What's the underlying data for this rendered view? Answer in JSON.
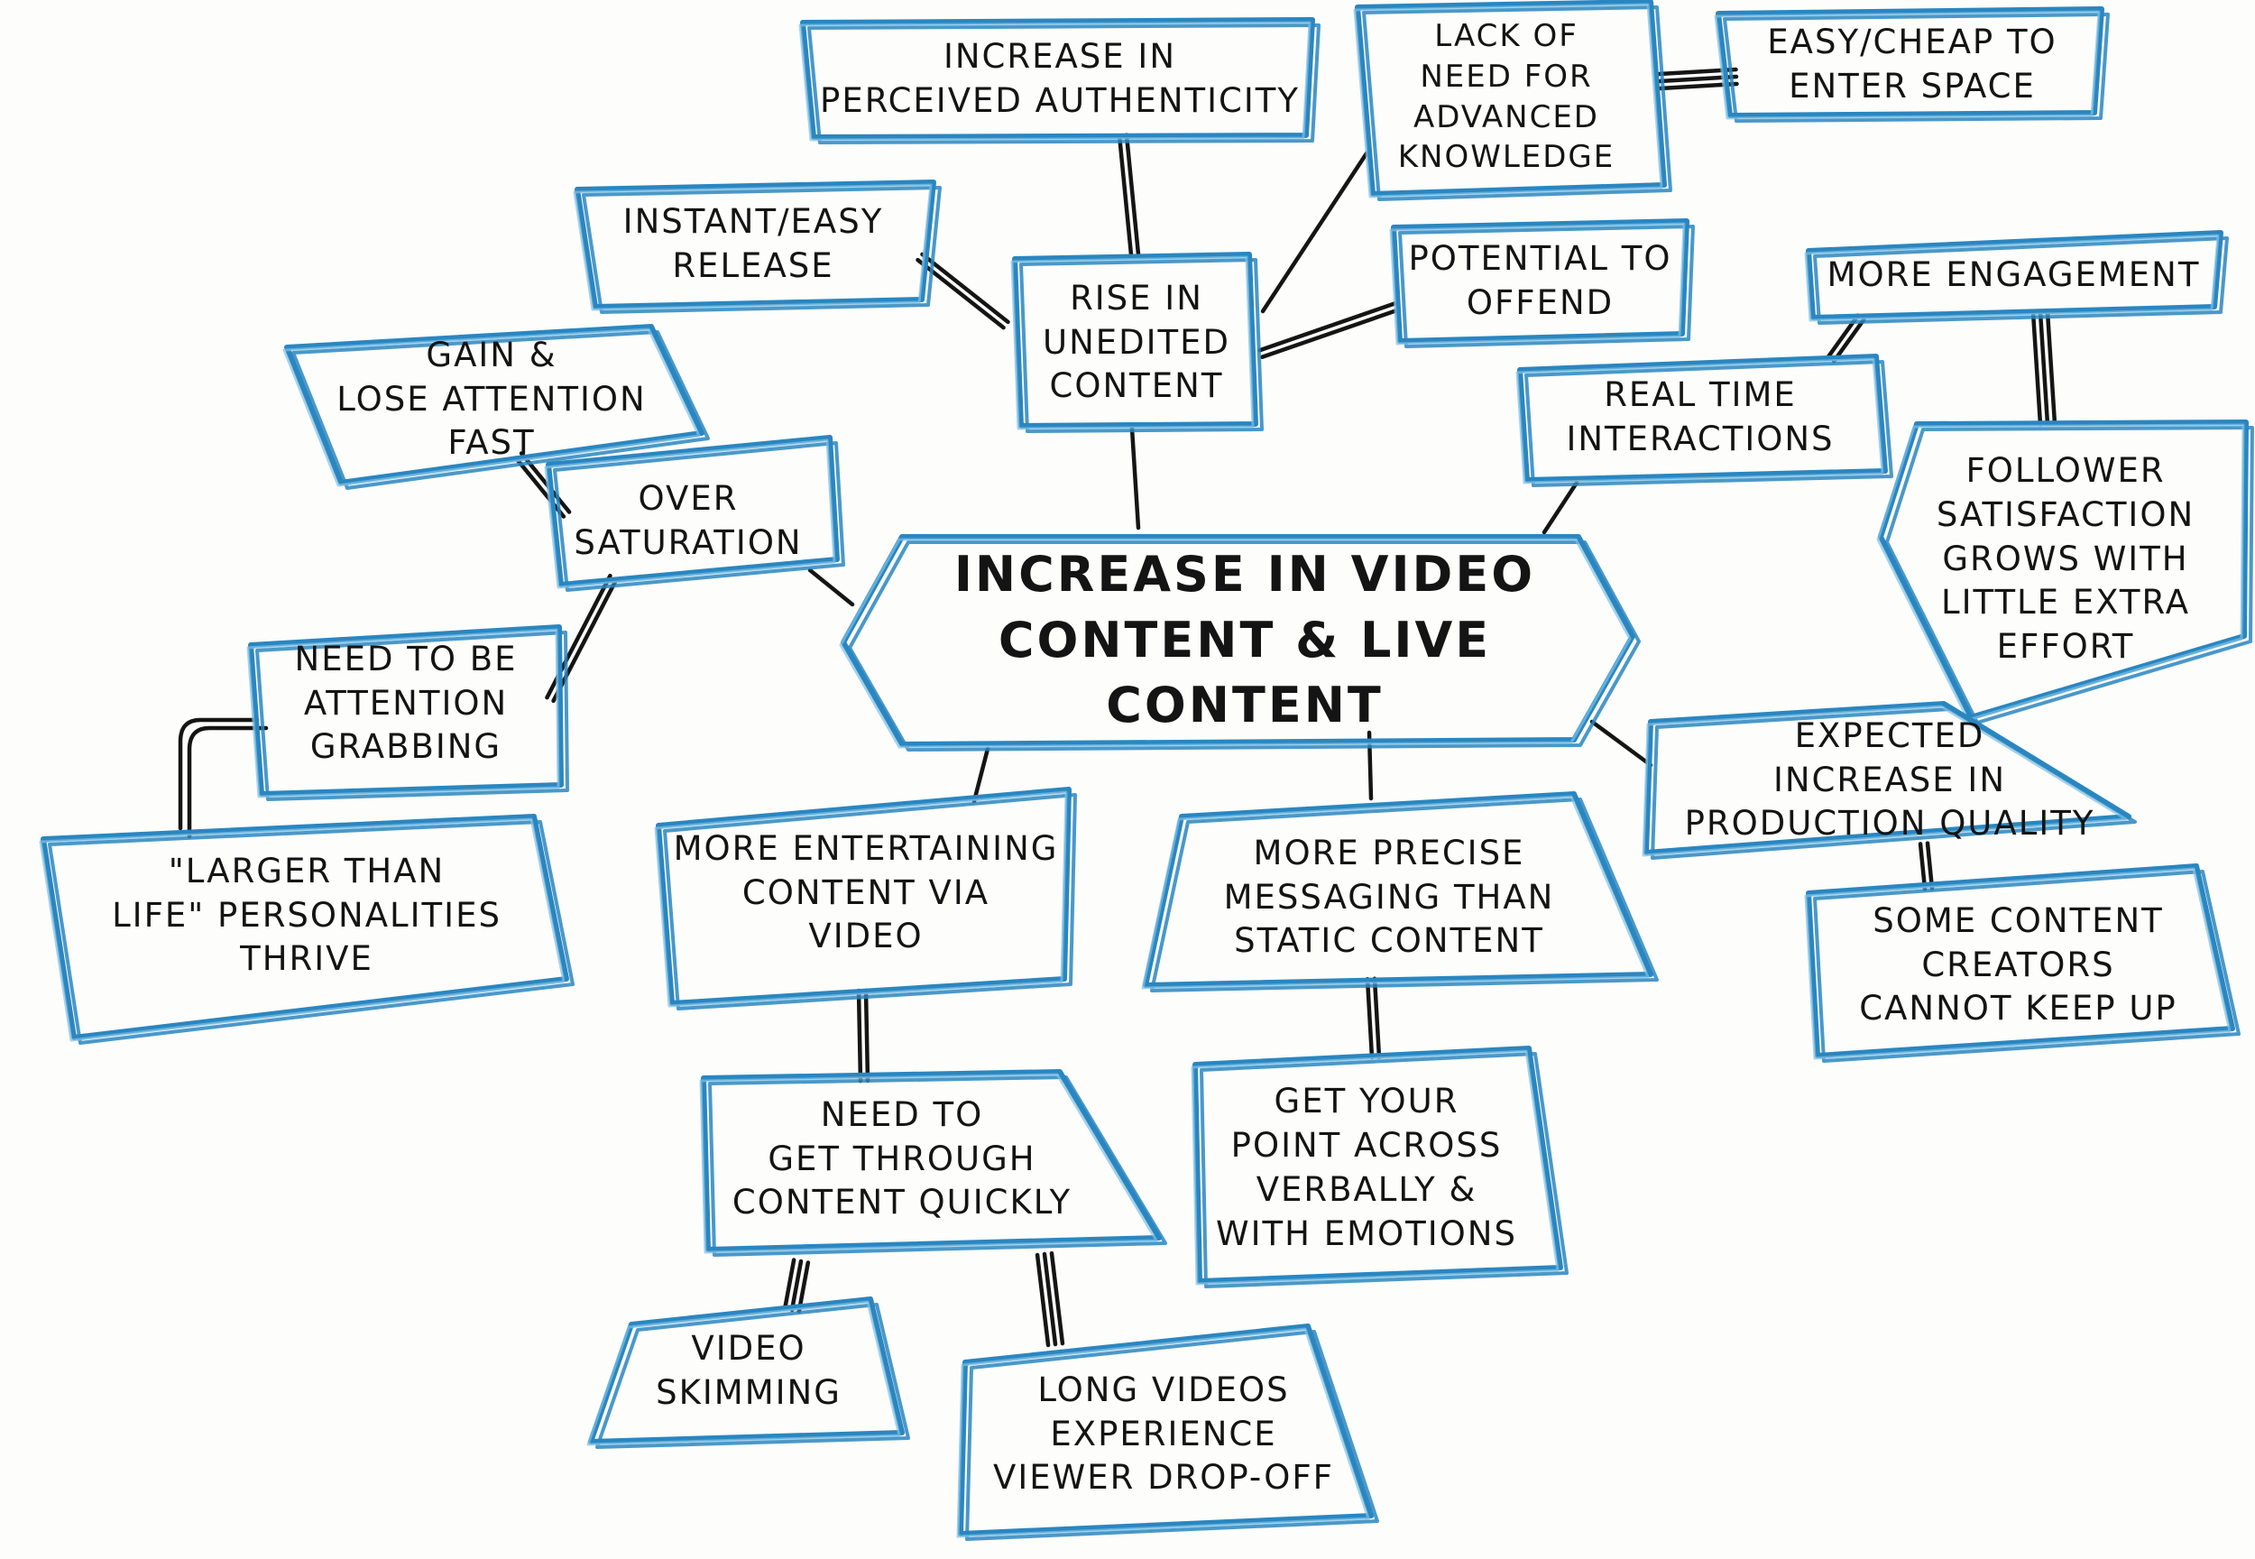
{
  "diagram": {
    "center": {
      "text": "Increase in video\ncontent & live content"
    },
    "nodes": {
      "rise": {
        "text": "Rise in\nunedited\ncontent"
      },
      "authenticity": {
        "text": "Increase in\nperceived authenticity"
      },
      "lack_knowledge": {
        "text": "Lack of\nneed for\nadvanced\nknowledge"
      },
      "easy_cheap": {
        "text": "Easy/cheap to\nenter space"
      },
      "instant_release": {
        "text": "Instant/easy\nrelease"
      },
      "potential_offend": {
        "text": "Potential to\noffend"
      },
      "gain_lose": {
        "text": "Gain &\nlose attention\nfast"
      },
      "over_saturation": {
        "text": "Over\nsaturation"
      },
      "attention_grabbing": {
        "text": "Need to be\nattention\ngrabbing"
      },
      "larger_than_life": {
        "text": "\"Larger than\nlife\" personalities\nthrive"
      },
      "more_entertaining": {
        "text": "More entertaining\ncontent via\nvideo"
      },
      "need_get_through": {
        "text": "Need to\nget through\ncontent quickly"
      },
      "video_skimming": {
        "text": "Video\nskimming"
      },
      "long_videos": {
        "text": "Long videos\nexperience\nviewer drop-off"
      },
      "more_precise": {
        "text": "More precise\nmessaging than\nstatic content"
      },
      "get_point_across": {
        "text": "Get your\npoint across\nverbally &\nwith emotions"
      },
      "real_time": {
        "text": "Real time\ninteractions"
      },
      "more_engagement": {
        "text": "More engagement"
      },
      "follower_satisfaction": {
        "text": "Follower\nsatisfaction\ngrows with\nlittle extra\neffort"
      },
      "expected_quality": {
        "text": "Expected\nincrease in\nproduction quality"
      },
      "cannot_keep_up": {
        "text": "Some content\ncreators\ncannot keep up"
      }
    },
    "colors": {
      "border": "#2a86c0",
      "border_light": "#7fc0e6",
      "line": "#151515",
      "text": "#141414"
    }
  }
}
